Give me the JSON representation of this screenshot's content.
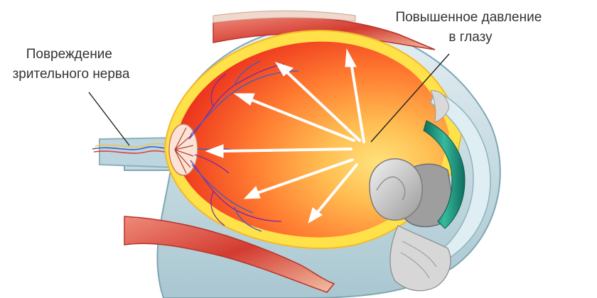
{
  "labels": {
    "nerve_damage": [
      "Повреждение",
      "зрительного нерва"
    ],
    "high_pressure": [
      "Повышенное давление",
      "в глазу"
    ]
  },
  "colors": {
    "vitreous_center": "#ffd86a",
    "vitreous_mid": "#ff7a30",
    "vitreous_edge": "#ec2c1c",
    "sclera": "#c9dfe6",
    "sclera_dark": "#8fb3bf",
    "retina": "#ffe14a",
    "muscle": "#d33b30",
    "iris": "#2aa88e",
    "lens": "#c8c8c8",
    "arrow": "#ffffff",
    "pointer_line": "#222222"
  },
  "icons": {
    "pressure_arrows": "pressure-arrow-icon",
    "optic_disc": "optic-disc-icon",
    "blood_vessels": "blood-vessel-icon"
  }
}
